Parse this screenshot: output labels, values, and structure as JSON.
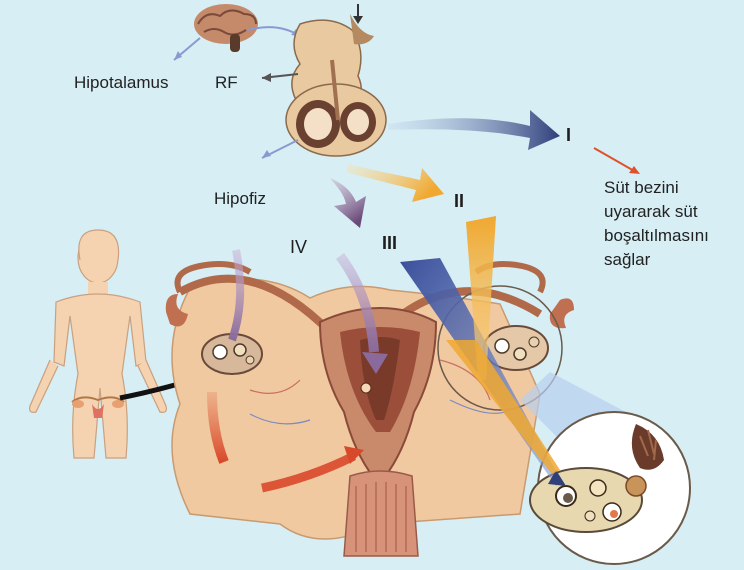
{
  "labels": {
    "hypothalamus": "Hipotalamus",
    "rf": "RF",
    "pituitary": "Hipofiz"
  },
  "hormones": {
    "i": "I",
    "ii": "II",
    "iii": "III",
    "iv": "IV"
  },
  "note_lines": [
    "Süt bezini",
    "uyararak süt",
    "boşaltılmasını",
    "sağlar"
  ],
  "colors": {
    "background": "#d6eef4",
    "skin": "#f2c9a0",
    "uterus": "#e8b98c",
    "uterus_inner": "#9b4f3a",
    "arrow_i": "#2e3f7a",
    "arrow_ii": "#f0a830",
    "arrow_iii": "#7a5a8a",
    "arrow_iv": "#8a6a9a",
    "note_arrow": "#e0502a"
  }
}
